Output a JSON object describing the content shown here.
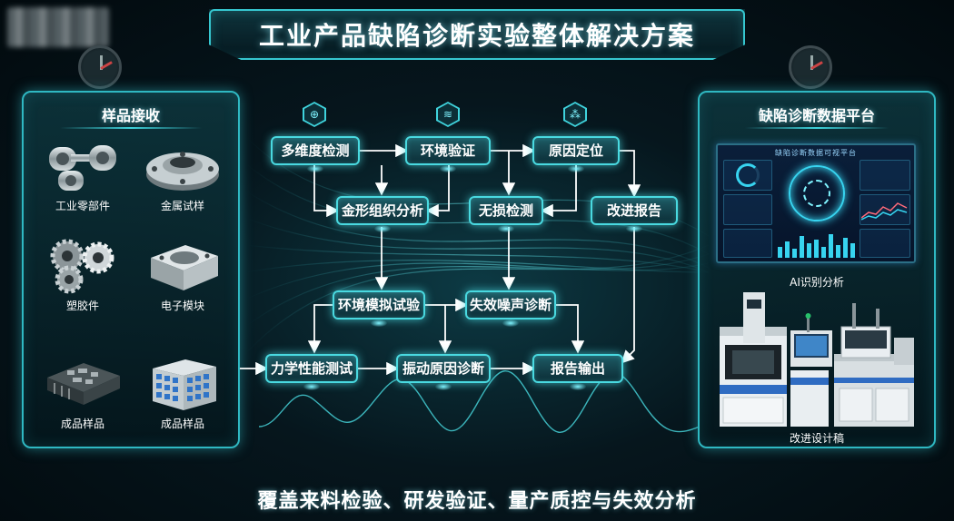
{
  "title": "工业产品缺陷诊断实验整体解决方案",
  "left_panel": {
    "title": "样品接收",
    "samples": [
      {
        "label": "工业零部件",
        "icon": "bearing-parts-icon"
      },
      {
        "label": "金属试样",
        "icon": "metal-flange-icon"
      },
      {
        "label": "塑胶件",
        "icon": "gear-parts-icon"
      },
      {
        "label": "电子模块",
        "icon": "aluminum-block-icon"
      },
      {
        "label": "成品样品",
        "icon": "circuit-board-icon"
      },
      {
        "label": "成品样品",
        "icon": "battery-module-icon"
      }
    ]
  },
  "flow": {
    "nodes": {
      "multi_dim_inspection": "多维度检测",
      "environment_verification": "环境验证",
      "root_cause_location": "原因定位",
      "metallographic_analysis": "金形组织分析",
      "nondestructive_testing": "无损检测",
      "improvement_report": "改进报告",
      "environment_simulation": "环境模拟试验",
      "failure_noise_diagnosis": "失效噪声诊断",
      "mechanical_testing": "力学性能测试",
      "vibration_cause_diagnosis": "振动原因诊断",
      "report_output": "报告输出"
    },
    "top_icons": [
      "inspection-hex-icon",
      "verification-hex-icon",
      "analysis-hex-icon"
    ]
  },
  "right_panel": {
    "title": "缺陷诊断数据平台",
    "dashboard_caption": "AI识别分析",
    "dashboard_header": "缺陷诊断数据可视平台",
    "equipment_caption": "改进设计稿"
  },
  "bottom_text": "覆盖来料检验、研发验证、量产质控与失效分析",
  "colors": {
    "accent": "#49d9e0",
    "panel_border": "#2fb8c2",
    "background": "#06161d"
  }
}
